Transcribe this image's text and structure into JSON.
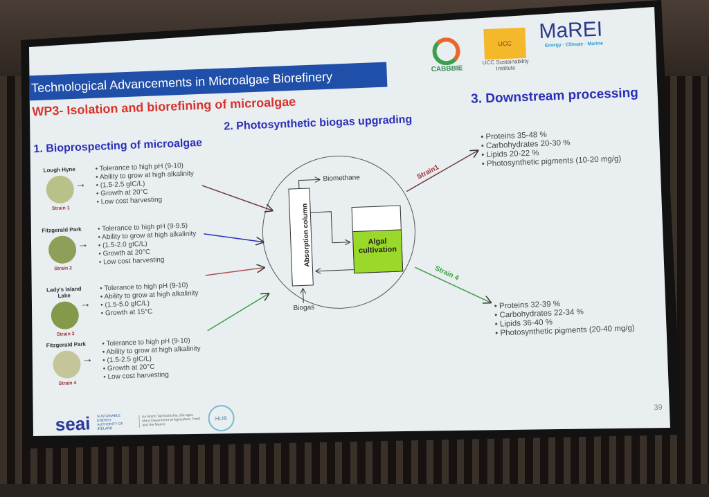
{
  "header": {
    "title": "Technological Advancements in Microalgae Biorefinery",
    "subtitle": "WP3- Isolation and biorefining of microalgae"
  },
  "sections": {
    "s1": "1. Bioprospecting of microalgae",
    "s2": "2. Photosynthetic biogas upgrading",
    "s3": "3. Downstream processing"
  },
  "logos": {
    "cabbbie": "CABBBIE",
    "ucc": "UCC Sustainability Institute",
    "ucc_badge": "UCC",
    "marei": "MaREI",
    "marei_tag": "Energy · Climate · Marine",
    "seai": "seai",
    "seai_sub": "SUSTAINABLE ENERGY AUTHORITY OF IRELAND",
    "dept": "An Roinn Talmhaíochta, Bia agus Mara Department of Agriculture, Food and the Marine",
    "hub": "HUB"
  },
  "strains": [
    {
      "site": "Lough Hyne",
      "label": "Strain 1",
      "color": "#b9c089",
      "bullets": [
        "Tolerance to high pH (9-10)",
        "Ability to grow at high alkalinity",
        "(1.5-2.5 gIC/L)",
        "Growth at 20°C",
        "Low cost harvesting"
      ]
    },
    {
      "site": "Fitzgerald Park",
      "label": "Strain 2",
      "color": "#8f9f5a",
      "bullets": [
        "Tolerance to high pH (9-9.5)",
        "Ability to grow at high alkalinity",
        "(1.5-2.0 gIC/L)",
        "Growth at 20°C",
        "Low cost harvesting"
      ]
    },
    {
      "site": "Lady's Island Lake",
      "label": "Strain 3",
      "color": "#849a4a",
      "bullets": [
        "Tolerance to high pH (9-10)",
        "Ability to grow at high alkalinity",
        "(1.5-5.0 gIC/L)",
        "Growth at 15°C"
      ]
    },
    {
      "site": "Fitzgerald Park",
      "label": "Strain 4",
      "color": "#c4c69a",
      "bullets": [
        "Tolerance to high pH (9-10)",
        "Ability to grow at high alkalinity",
        "(1.5-2.5 gIC/L)",
        "Growth at 20°C",
        "Low cost harvesting"
      ]
    }
  ],
  "diagram": {
    "biomethane": "Biomethane",
    "column": "Absorption column",
    "algal": "Algal cultivation",
    "biogas": "Biogas",
    "strain1": "Strain1",
    "strain4": "Strain 4",
    "arrow_colors": [
      "#6b3a3a",
      "#2a2fb8",
      "#b05050",
      "#3aa040"
    ],
    "algal_color": "#9ad92a"
  },
  "outputs": {
    "strain1": [
      "Proteins 35-48 %",
      "Carbohydrates 20-30 %",
      "Lipids 20-22 %",
      "Photosynthetic pigments (10-20 mg/g)"
    ],
    "strain4": [
      "Proteins 32-39 %",
      "Carbohydrates 22-34 %",
      "Lipids 36-40 %",
      "Photosynthetic pigments (20-40 mg/g)"
    ]
  },
  "page_number": "39"
}
